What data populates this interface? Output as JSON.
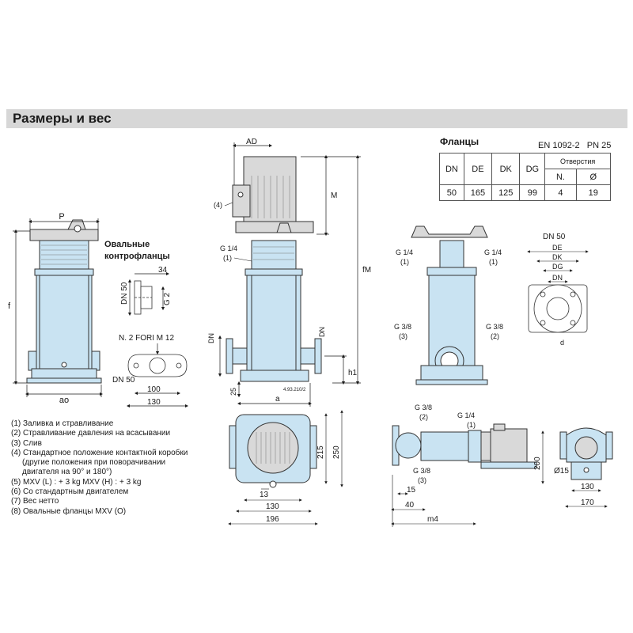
{
  "header": {
    "title": "Размеры и вес"
  },
  "flanges": {
    "title": "Фланцы",
    "standard": "EN 1092-2",
    "pressure": "PN 25",
    "headers": [
      "DN",
      "DE",
      "DK",
      "DG",
      "Отверстия",
      "N.",
      "Ø"
    ],
    "values": [
      "50",
      "165",
      "125",
      "99",
      "4",
      "19"
    ]
  },
  "labels": {
    "oval_flanges_line1": "Овальные",
    "oval_flanges_line2": "контрофланцы",
    "p": "P",
    "f": "f",
    "ao": "ao",
    "ad": "AD",
    "m": "M",
    "fm": "fM",
    "a": "a",
    "h1": "h1",
    "dn": "DN",
    "dn50": "DN 50",
    "dim34": "34",
    "g2": "G 2",
    "holes": "N. 2 FORI M 12",
    "dim100": "100",
    "dim130": "130",
    "g14": "G 1/4",
    "g38": "G 3/8",
    "n1": "(1)",
    "n2": "(2)",
    "n3": "(3)",
    "n4": "(4)",
    "de": "DE",
    "dk": "DK",
    "dg": "DG",
    "dn_short": "DN",
    "d": "d",
    "dim25": "25",
    "drawing_code": "4.93.210/2",
    "dim215": "215",
    "dim250": "250",
    "dim13": "13",
    "dim196": "196",
    "dim15": "15",
    "dim40": "40",
    "m4": "m4",
    "dim200": "200",
    "dia15": "Ø15",
    "dim170": "170"
  },
  "notes": [
    "(1) Заливка и стравливание",
    "(2) Стравливание давления на всасывании",
    "(3) Слив",
    "(4) Стандартное положение контактной коробки",
    "(другие положения при поворачивании",
    "двигателя на 90° и 180°)",
    "(5) MXV (L) : + 3 kg   MXV (H) : + 3 kg",
    "(6) Со стандартным двигателем",
    "(7) Вес нетто",
    "(8) Овальные фланцы MXV (O)"
  ],
  "colors": {
    "pump_body": "#c9e3f2",
    "motor": "#d9d9d9",
    "header_bg": "#d7d7d7"
  }
}
